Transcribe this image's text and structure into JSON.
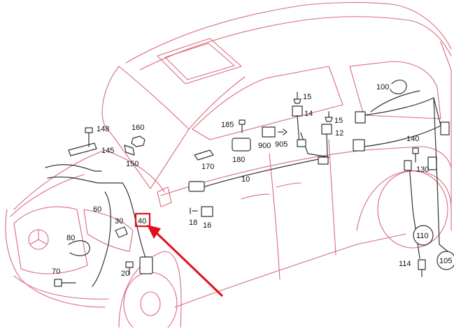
{
  "colors": {
    "outline": "#d96a7f",
    "part": "#333333",
    "label": "#111111",
    "highlight": "#e0101a"
  },
  "callouts": [
    {
      "id": "c10",
      "text": "10"
    },
    {
      "id": "c12",
      "text": "12"
    },
    {
      "id": "c14",
      "text": "14"
    },
    {
      "id": "c15a",
      "text": "15"
    },
    {
      "id": "c15b",
      "text": "15"
    },
    {
      "id": "c16",
      "text": "16"
    },
    {
      "id": "c18",
      "text": "18"
    },
    {
      "id": "c20",
      "text": "20"
    },
    {
      "id": "c30",
      "text": "30"
    },
    {
      "id": "c40",
      "text": "40"
    },
    {
      "id": "c60",
      "text": "60"
    },
    {
      "id": "c70",
      "text": "70"
    },
    {
      "id": "c80",
      "text": "80"
    },
    {
      "id": "c100",
      "text": "100"
    },
    {
      "id": "c105",
      "text": "105"
    },
    {
      "id": "c110",
      "text": "110"
    },
    {
      "id": "c114",
      "text": "114"
    },
    {
      "id": "c130",
      "text": "130"
    },
    {
      "id": "c140",
      "text": "140"
    },
    {
      "id": "c145",
      "text": "145"
    },
    {
      "id": "c148",
      "text": "148"
    },
    {
      "id": "c150",
      "text": "150"
    },
    {
      "id": "c160",
      "text": "160"
    },
    {
      "id": "c170",
      "text": "170"
    },
    {
      "id": "c180",
      "text": "180"
    },
    {
      "id": "c185",
      "text": "185"
    },
    {
      "id": "c900",
      "text": "900"
    },
    {
      "id": "c905",
      "text": "905"
    }
  ],
  "highlighted_callout": "40"
}
